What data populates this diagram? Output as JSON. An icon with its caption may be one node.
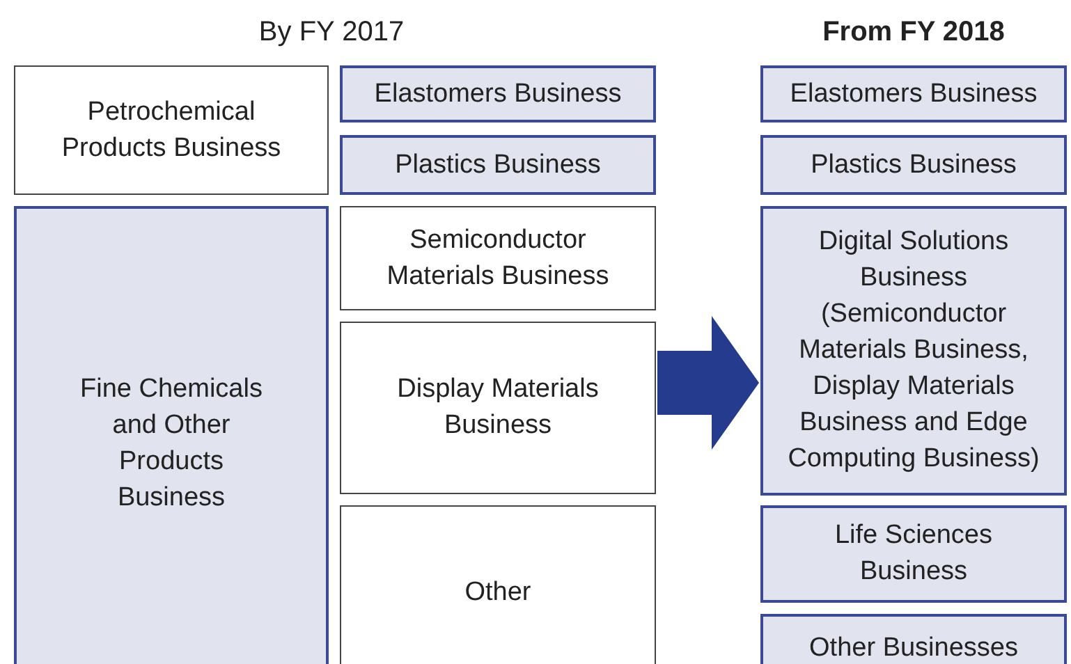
{
  "diagram": {
    "nodes": [
      {
        "text": [
          "Petrochemical Products Business"
        ]
      },
      {
        "text": [
          "Elastomers Business"
        ]
      },
      {
        "text": [
          "Plastics Business"
        ]
      },
      {
        "text": [
          "Fine Chemicals and Other Products Business"
        ]
      },
      {
        "text": [
          "Semiconductor Materials Business"
        ]
      },
      {
        "text": [
          "Display Materials Business"
        ]
      },
      {
        "text": [
          "Other"
        ]
      },
      {
        "text": [
          "Elastomers Business"
        ]
      },
      {
        "text": [
          "Plastics Business"
        ]
      },
      {
        "text": [
          "Digital Solutions Business",
          "(Semiconductor Materials Business, Display Materials Business and Edge Computing Business)"
        ]
      },
      {
        "text": [
          "Life Sciences Business"
        ]
      },
      {
        "text": [
          "Other Businesses"
        ]
      }
    ],
    "edges": [
      {
        "from": 5,
        "to": 9,
        "arrow": "to"
      }
    ],
    "labels": [
      "By FY 2017",
      "From FY 2018"
    ]
  }
}
